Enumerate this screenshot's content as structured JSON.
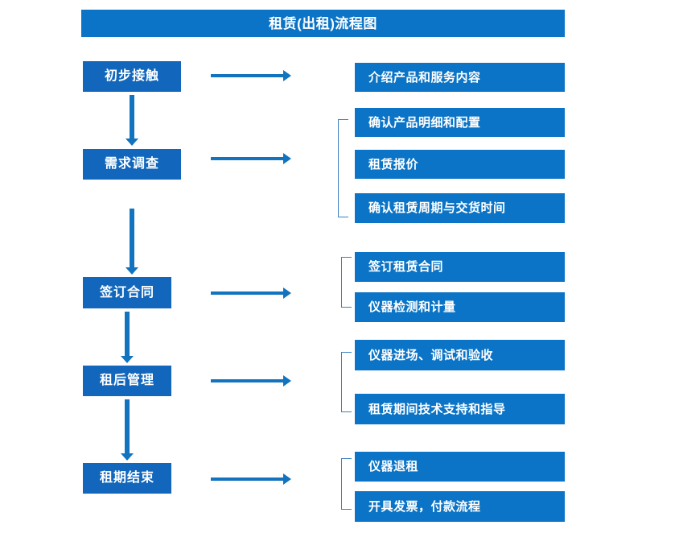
{
  "title": {
    "text": "租赁(出租)流程图"
  },
  "colors": {
    "title_bar": "#0B74C6",
    "stage_box": "#1267BC",
    "detail_box": "#0B74C6",
    "arrow": "#1273BE",
    "bracket": "#3D7FC1",
    "text": "#FFFFFF",
    "background": "#FFFFFF"
  },
  "stages": [
    {
      "label": "初步接触"
    },
    {
      "label": "需求调查"
    },
    {
      "label": "签订合同"
    },
    {
      "label": "租后管理"
    },
    {
      "label": "租期结束"
    }
  ],
  "details": [
    {
      "label": "介绍产品和服务内容"
    },
    {
      "label": "确认产品明细和配置"
    },
    {
      "label": "租赁报价"
    },
    {
      "label": "确认租赁周期与交货时间"
    },
    {
      "label": "签订租赁合同"
    },
    {
      "label": "仪器检测和计量"
    },
    {
      "label": "仪器进场、调试和验收"
    },
    {
      "label": "租赁期间技术支持和指导"
    },
    {
      "label": "仪器退租"
    },
    {
      "label": "开具发票，付款流程"
    }
  ],
  "flow": {
    "groups": [
      {
        "stage": "初步接触",
        "details": [
          "介绍产品和服务内容"
        ]
      },
      {
        "stage": "需求调查",
        "details": [
          "确认产品明细和配置",
          "租赁报价",
          "确认租赁周期与交货时间"
        ]
      },
      {
        "stage": "签订合同",
        "details": [
          "签订租赁合同",
          "仪器检测和计量"
        ]
      },
      {
        "stage": "租后管理",
        "details": [
          "仪器进场、调试和验收",
          "租赁期间技术支持和指导"
        ]
      },
      {
        "stage": "租期结束",
        "details": [
          "仪器退租",
          "开具发票，付款流程"
        ]
      }
    ]
  }
}
